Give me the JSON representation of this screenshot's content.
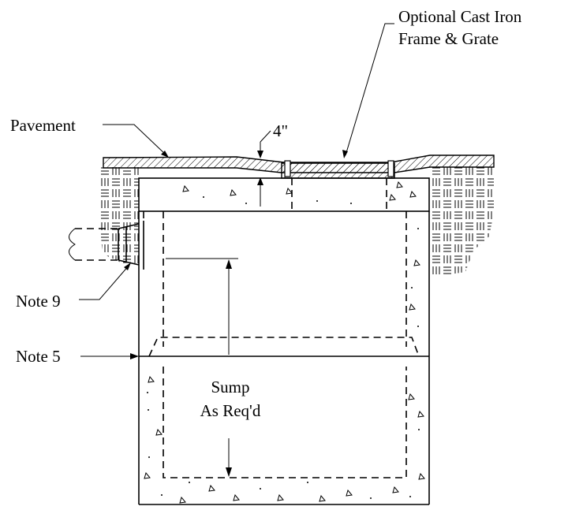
{
  "labels": {
    "frame_grate_line1": "Optional Cast Iron",
    "frame_grate_line2": "Frame & Grate",
    "pavement": "Pavement",
    "cover_dim": "4\"",
    "note9": "Note 9",
    "note5": "Note 5",
    "sump_line1": "Sump",
    "sump_line2": "As Req'd"
  }
}
